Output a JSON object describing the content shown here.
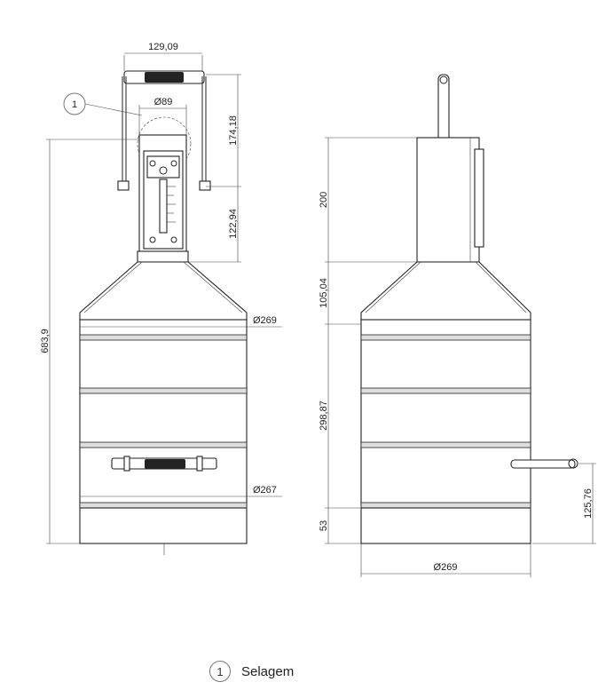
{
  "front_view": {
    "dim_handle_width": "129,09",
    "dim_seal_diameter": "Ø89",
    "dim_handle_height": "174,18",
    "dim_neck_height": "122,94",
    "dim_total_height": "683,9",
    "dim_body_diameter": "Ø269",
    "dim_lower_diameter": "Ø267",
    "callout_number": "1"
  },
  "side_view": {
    "dim_neck": "200",
    "dim_cone": "105,04",
    "dim_body": "298,87",
    "dim_base": "53",
    "dim_handle_level": "125,76",
    "dim_base_diameter": "Ø269"
  },
  "legend": {
    "number": "1",
    "label": "Selagem"
  }
}
